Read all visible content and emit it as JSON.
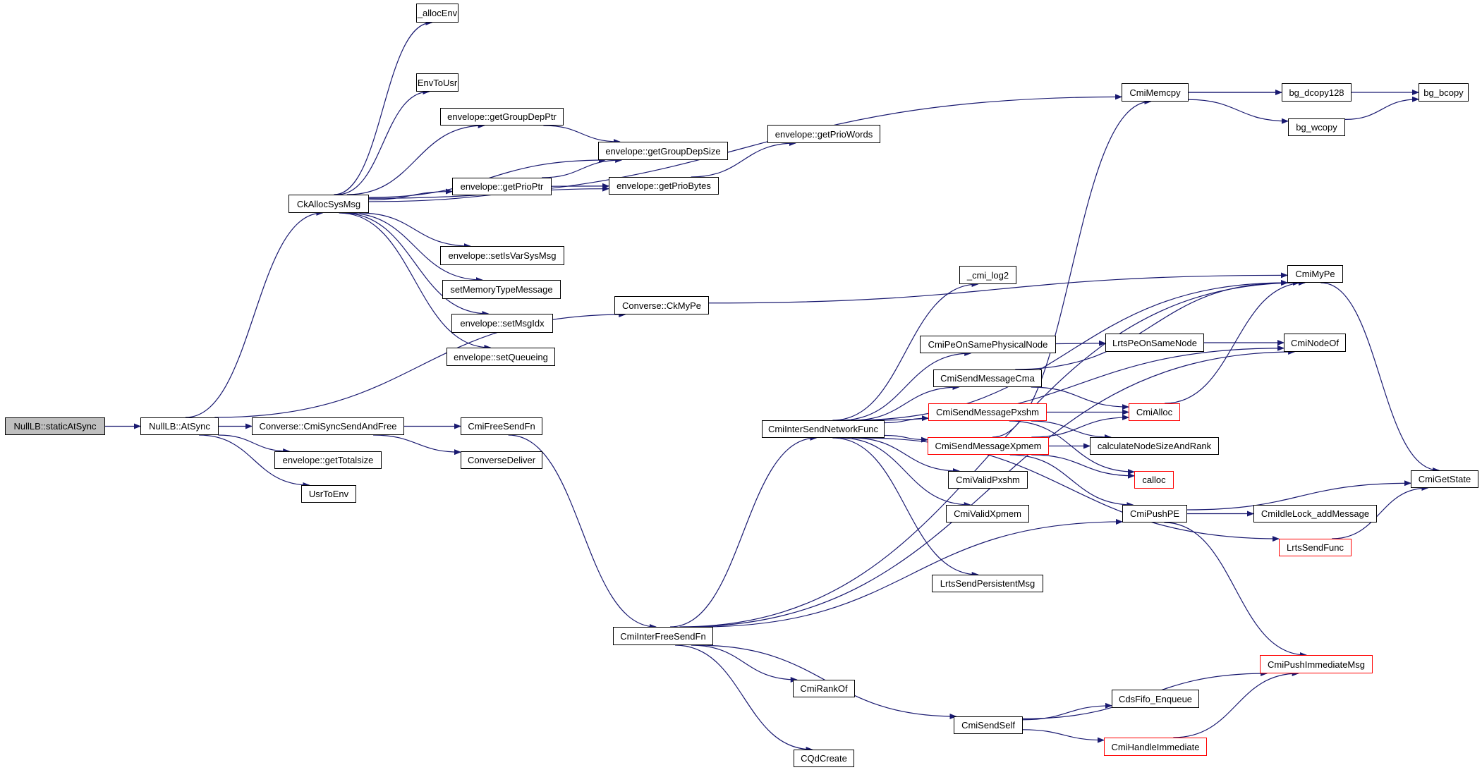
{
  "diagram": {
    "type": "call-graph",
    "edge_color": "#191970",
    "node_border_color": "#000000",
    "external_node_border_color": "#ff0000",
    "root_fill_color": "#bfbfbf",
    "nodes": {
      "staticAtSync": {
        "label": "NullLB::staticAtSync",
        "kind": "root"
      },
      "AtSync": {
        "label": "NullLB::AtSync",
        "kind": "normal"
      },
      "CkAllocSysMsg": {
        "label": "CkAllocSysMsg",
        "kind": "normal"
      },
      "allocEnv": {
        "label": "_allocEnv",
        "kind": "normal"
      },
      "EnvToUsr": {
        "label": "EnvToUsr",
        "kind": "normal"
      },
      "getGroupDepPtr": {
        "label": "envelope::getGroupDepPtr",
        "kind": "normal"
      },
      "getGroupDepSize": {
        "label": "envelope::getGroupDepSize",
        "kind": "normal"
      },
      "getPrioPtr": {
        "label": "envelope::getPrioPtr",
        "kind": "normal"
      },
      "getPrioBytes": {
        "label": "envelope::getPrioBytes",
        "kind": "normal"
      },
      "getPrioWords": {
        "label": "envelope::getPrioWords",
        "kind": "normal"
      },
      "setIsVarSysMsg": {
        "label": "envelope::setIsVarSysMsg",
        "kind": "normal"
      },
      "setMemoryTypeMessage": {
        "label": "setMemoryTypeMessage",
        "kind": "normal"
      },
      "setMsgIdx": {
        "label": "envelope::setMsgIdx",
        "kind": "normal"
      },
      "setQueueing": {
        "label": "envelope::setQueueing",
        "kind": "normal"
      },
      "CkMyPe": {
        "label": "Converse::CkMyPe",
        "kind": "normal"
      },
      "CmiSyncSendAndFree": {
        "label": "Converse::CmiSyncSendAndFree",
        "kind": "normal"
      },
      "getTotalsize": {
        "label": "envelope::getTotalsize",
        "kind": "normal"
      },
      "UsrToEnv": {
        "label": "UsrToEnv",
        "kind": "normal"
      },
      "CmiFreeSendFn": {
        "label": "CmiFreeSendFn",
        "kind": "normal"
      },
      "ConverseDeliver": {
        "label": "ConverseDeliver",
        "kind": "normal"
      },
      "CmiMemcpy": {
        "label": "CmiMemcpy",
        "kind": "normal"
      },
      "bg_dcopy128": {
        "label": "bg_dcopy128",
        "kind": "normal"
      },
      "bg_wcopy": {
        "label": "bg_wcopy",
        "kind": "normal"
      },
      "bg_bcopy": {
        "label": "bg_bcopy",
        "kind": "normal"
      },
      "CmiMyPe": {
        "label": "CmiMyPe",
        "kind": "normal"
      },
      "cmi_log2": {
        "label": "_cmi_log2",
        "kind": "normal"
      },
      "CmiNodeOf": {
        "label": "CmiNodeOf",
        "kind": "normal"
      },
      "CmiPeOnSamePhysicalNode": {
        "label": "CmiPeOnSamePhysicalNode",
        "kind": "normal"
      },
      "LrtsPeOnSameNode": {
        "label": "LrtsPeOnSameNode",
        "kind": "normal"
      },
      "CmiSendMessageCma": {
        "label": "CmiSendMessageCma",
        "kind": "normal"
      },
      "CmiSendMessagePxshm": {
        "label": "CmiSendMessagePxshm",
        "kind": "external"
      },
      "CmiAlloc": {
        "label": "CmiAlloc",
        "kind": "external"
      },
      "CmiInterSendNetworkFunc": {
        "label": "CmiInterSendNetworkFunc",
        "kind": "normal"
      },
      "CmiSendMessageXpmem": {
        "label": "CmiSendMessageXpmem",
        "kind": "external"
      },
      "calculateNodeSizeAndRank": {
        "label": "calculateNodeSizeAndRank",
        "kind": "normal"
      },
      "calloc": {
        "label": "calloc",
        "kind": "external"
      },
      "CmiValidPxshm": {
        "label": "CmiValidPxshm",
        "kind": "normal"
      },
      "CmiGetState": {
        "label": "CmiGetState",
        "kind": "normal"
      },
      "CmiValidXpmem": {
        "label": "CmiValidXpmem",
        "kind": "normal"
      },
      "CmiPushPE": {
        "label": "CmiPushPE",
        "kind": "normal"
      },
      "CmiIdleLock_addMessage": {
        "label": "CmiIdleLock_addMessage",
        "kind": "normal"
      },
      "LrtsSendFunc": {
        "label": "LrtsSendFunc",
        "kind": "external"
      },
      "LrtsSendPersistentMsg": {
        "label": "LrtsSendPersistentMsg",
        "kind": "normal"
      },
      "CmiInterFreeSendFn": {
        "label": "CmiInterFreeSendFn",
        "kind": "normal"
      },
      "CmiPushImmediateMsg": {
        "label": "CmiPushImmediateMsg",
        "kind": "external"
      },
      "CmiRankOf": {
        "label": "CmiRankOf",
        "kind": "normal"
      },
      "CdsFifo_Enqueue": {
        "label": "CdsFifo_Enqueue",
        "kind": "normal"
      },
      "CmiSendSelf": {
        "label": "CmiSendSelf",
        "kind": "normal"
      },
      "CmiHandleImmediate": {
        "label": "CmiHandleImmediate",
        "kind": "external"
      },
      "CQdCreate": {
        "label": "CQdCreate",
        "kind": "normal"
      }
    },
    "edges": [
      [
        "staticAtSync",
        "AtSync"
      ],
      [
        "AtSync",
        "CkAllocSysMsg"
      ],
      [
        "AtSync",
        "CkMyPe"
      ],
      [
        "AtSync",
        "CmiSyncSendAndFree"
      ],
      [
        "AtSync",
        "getTotalsize"
      ],
      [
        "AtSync",
        "UsrToEnv"
      ],
      [
        "CkAllocSysMsg",
        "allocEnv"
      ],
      [
        "CkAllocSysMsg",
        "CmiMemcpy"
      ],
      [
        "CkAllocSysMsg",
        "EnvToUsr"
      ],
      [
        "CkAllocSysMsg",
        "getGroupDepPtr"
      ],
      [
        "CkAllocSysMsg",
        "getGroupDepSize"
      ],
      [
        "CkAllocSysMsg",
        "getPrioPtr"
      ],
      [
        "CkAllocSysMsg",
        "getPrioBytes"
      ],
      [
        "CkAllocSysMsg",
        "setIsVarSysMsg"
      ],
      [
        "CkAllocSysMsg",
        "setMemoryTypeMessage"
      ],
      [
        "CkAllocSysMsg",
        "setMsgIdx"
      ],
      [
        "CkAllocSysMsg",
        "setQueueing"
      ],
      [
        "getGroupDepPtr",
        "getGroupDepSize"
      ],
      [
        "getPrioPtr",
        "getGroupDepSize"
      ],
      [
        "getPrioPtr",
        "getPrioBytes"
      ],
      [
        "getPrioBytes",
        "getPrioWords"
      ],
      [
        "CkMyPe",
        "CmiMyPe"
      ],
      [
        "CmiSyncSendAndFree",
        "CmiFreeSendFn"
      ],
      [
        "CmiSyncSendAndFree",
        "ConverseDeliver"
      ],
      [
        "CmiFreeSendFn",
        "CmiInterFreeSendFn"
      ],
      [
        "CmiMemcpy",
        "bg_bcopy"
      ],
      [
        "CmiMemcpy",
        "bg_dcopy128"
      ],
      [
        "CmiMemcpy",
        "bg_wcopy"
      ],
      [
        "bg_wcopy",
        "bg_bcopy"
      ],
      [
        "CmiMyPe",
        "CmiGetState"
      ],
      [
        "CmiInterSendNetworkFunc",
        "CmiMyPe"
      ],
      [
        "CmiInterSendNetworkFunc",
        "cmi_log2"
      ],
      [
        "CmiInterSendNetworkFunc",
        "CmiNodeOf"
      ],
      [
        "CmiInterSendNetworkFunc",
        "CmiPeOnSamePhysicalNode"
      ],
      [
        "CmiInterSendNetworkFunc",
        "CmiSendMessageCma"
      ],
      [
        "CmiInterSendNetworkFunc",
        "CmiSendMessagePxshm"
      ],
      [
        "CmiInterSendNetworkFunc",
        "CmiSendMessageXpmem"
      ],
      [
        "CmiInterSendNetworkFunc",
        "CmiValidPxshm"
      ],
      [
        "CmiInterSendNetworkFunc",
        "CmiValidXpmem"
      ],
      [
        "CmiInterSendNetworkFunc",
        "LrtsSendFunc"
      ],
      [
        "CmiInterSendNetworkFunc",
        "LrtsSendPersistentMsg"
      ],
      [
        "CmiPeOnSamePhysicalNode",
        "LrtsPeOnSameNode"
      ],
      [
        "LrtsPeOnSameNode",
        "CmiNodeOf"
      ],
      [
        "CmiSendMessageCma",
        "CmiMyPe"
      ],
      [
        "CmiSendMessageCma",
        "CmiAlloc"
      ],
      [
        "CmiSendMessagePxshm",
        "CmiAlloc"
      ],
      [
        "CmiSendMessagePxshm",
        "calculateNodeSizeAndRank"
      ],
      [
        "CmiSendMessagePxshm",
        "calloc"
      ],
      [
        "CmiSendMessageXpmem",
        "CmiMemcpy"
      ],
      [
        "CmiSendMessageXpmem",
        "CmiAlloc"
      ],
      [
        "CmiSendMessageXpmem",
        "calculateNodeSizeAndRank"
      ],
      [
        "CmiSendMessageXpmem",
        "calloc"
      ],
      [
        "CmiSendMessageXpmem",
        "CmiPushPE"
      ],
      [
        "CmiAlloc",
        "CmiMyPe"
      ],
      [
        "CmiPushPE",
        "CmiGetState"
      ],
      [
        "CmiPushPE",
        "CmiIdleLock_addMessage"
      ],
      [
        "CmiPushPE",
        "CmiPushImmediateMsg"
      ],
      [
        "LrtsSendFunc",
        "CmiGetState"
      ],
      [
        "CmiInterFreeSendFn",
        "CmiMyPe"
      ],
      [
        "CmiInterFreeSendFn",
        "CmiInterSendNetworkFunc"
      ],
      [
        "CmiInterFreeSendFn",
        "CmiNodeOf"
      ],
      [
        "CmiInterFreeSendFn",
        "CmiPushPE"
      ],
      [
        "CmiInterFreeSendFn",
        "CmiRankOf"
      ],
      [
        "CmiInterFreeSendFn",
        "CmiSendSelf"
      ],
      [
        "CmiInterFreeSendFn",
        "CQdCreate"
      ],
      [
        "CmiSendSelf",
        "CmiPushImmediateMsg"
      ],
      [
        "CmiSendSelf",
        "CdsFifo_Enqueue"
      ],
      [
        "CmiSendSelf",
        "CmiHandleImmediate"
      ],
      [
        "CmiHandleImmediate",
        "CmiPushImmediateMsg"
      ]
    ]
  }
}
